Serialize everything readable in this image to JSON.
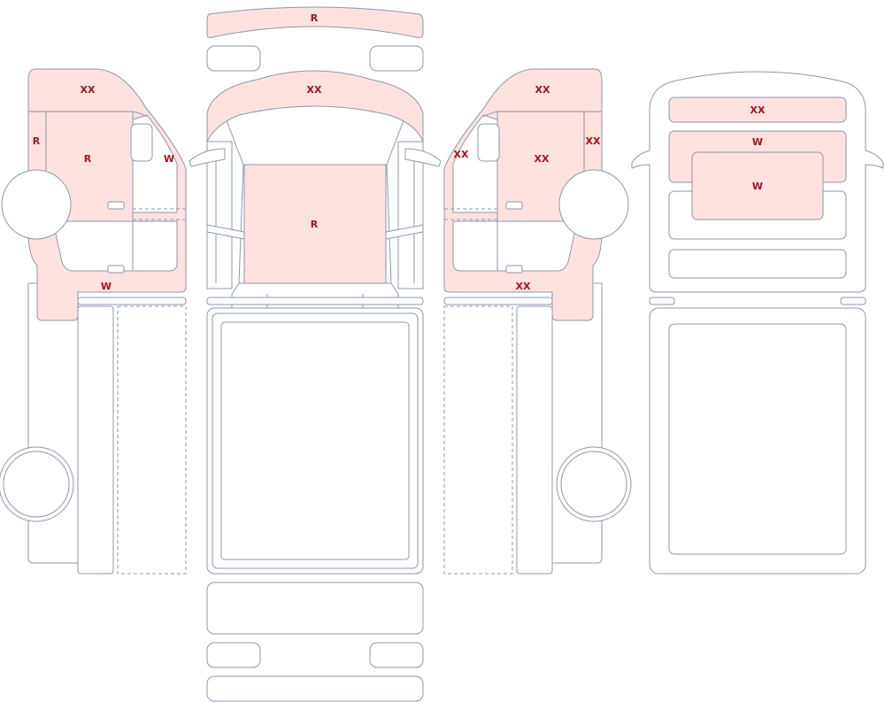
{
  "colors": {
    "outline": "#8d97ad",
    "damage_fill": "#fde2df",
    "label": "#a3131c",
    "body_fill": "#ffffff"
  },
  "markers": {
    "roof_visor": "R",
    "hood": "XX",
    "windshield": "R",
    "left_roof": "XX",
    "left_pillar": "R",
    "left_front_door": "R",
    "left_front_window": "W",
    "left_sill": "W",
    "right_roof": "XX",
    "right_front_window": "XX",
    "right_front_door": "XX",
    "right_pillar": "XX",
    "right_sill": "XX",
    "rear_top": "XX",
    "rear_window": "W",
    "rear_glass": "W"
  }
}
